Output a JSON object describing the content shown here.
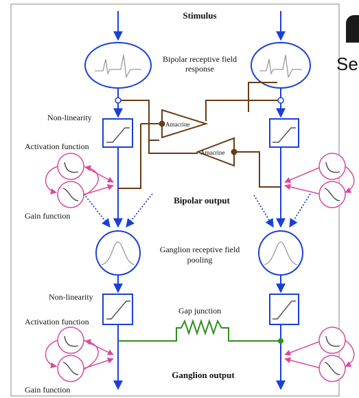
{
  "labels": {
    "stimulus": "Stimulus",
    "bipolar_rf_line1": "Bipolar receptive field",
    "bipolar_rf_line2": "response",
    "nonlinearity_1": "Non-linearity",
    "activation_1": "Activation function",
    "gain_1": "Gain function",
    "amacrine_1": "Amacrine",
    "amacrine_2": "Amacrine",
    "bipolar_output": "Bipolar output",
    "ganglion_rf_line1": "Ganglion receptive field",
    "ganglion_rf_line2": "pooling",
    "nonlinearity_2": "Non-linearity",
    "activation_2": "Activation function",
    "gap_junction": "Gap junction",
    "ganglion_output": "Ganglion output",
    "gain_2": "Gain function"
  },
  "side_text": "Se",
  "colors": {
    "signal_line": "#1a3fd8",
    "amacrine_line": "#6b3a14",
    "gap_line": "#2f8f1f",
    "gain_loop": "#d94a9a",
    "frame": "#8a8a8a",
    "node_fill": "#ffffff"
  }
}
